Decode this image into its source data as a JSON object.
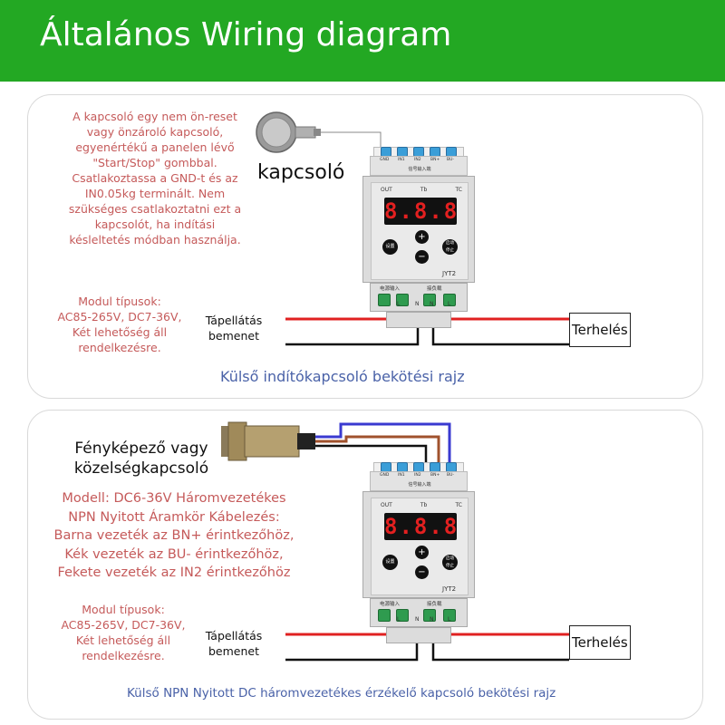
{
  "header": {
    "title": "Általános Wiring diagram",
    "bg": "#23a823"
  },
  "panel1": {
    "note_switch": "A kapcsoló egy nem ön-reset\nvagy önzároló kapcsoló,\negyenértékű a panelen lévő\n\"Start/Stop\" gombbal.\nCsatlakoztassa a GND-t és az\nIN0.05kg terminált. Nem\nszükséges csatlakoztatni ezt a\nkapcsolót, ha indítási\nkésleltetés módban használja.",
    "switch_label": "kapcsoló",
    "module_note": "Modul típusok:\nAC85-265V, DC7-36V,\nKét lehetőség áll\nrendelkezésre.",
    "power_label": "Tápellátás\nbemenet",
    "load_label": "Terhelés",
    "caption": "Külső indítókapcsoló bekötési rajz"
  },
  "panel2": {
    "sensor_label": "Fényképező vagy\nközelségkapcsoló",
    "sensor_note": "Modell: DC6-36V Háromvezetékes\nNPN Nyitott Áramkör Kábelezés:\nBarna vezeték az BN+ érintkezőhöz,\nKék vezeték az BU- érintkezőhöz,\nFekete vezeték az IN2 érintkezőhöz",
    "module_note": "Modul típusok:\nAC85-265V, DC7-36V,\nKét lehetőség áll\nrendelkezésre.",
    "power_label": "Tápellátás\nbemenet",
    "load_label": "Terhelés",
    "caption": "Külső NPN Nyitott DC háromvezetékes érzékelő kapcsoló bekötési rajz"
  },
  "device": {
    "top_terminals": [
      "GND",
      "IN1",
      "IN2",
      "BN+",
      "BU-"
    ],
    "top_sublabel": "信号输入端",
    "led_labels": [
      "OUT",
      "Tb",
      "TC"
    ],
    "display": "8.8.8",
    "btn_set": "设置",
    "btn_plus": "+",
    "btn_minus": "−",
    "btn_start": "启动\n停止",
    "model": "JYT2",
    "power_in": "电源输入",
    "load_out": "接负载",
    "bottom_letters": [
      "L",
      "N",
      "N",
      "L"
    ]
  },
  "colors": {
    "red_wire": "#e02020",
    "blue_wire": "#3a3ad0",
    "brown_wire": "#a0522d",
    "note_text": "#c55a5a",
    "caption_text": "#4a62a8"
  }
}
